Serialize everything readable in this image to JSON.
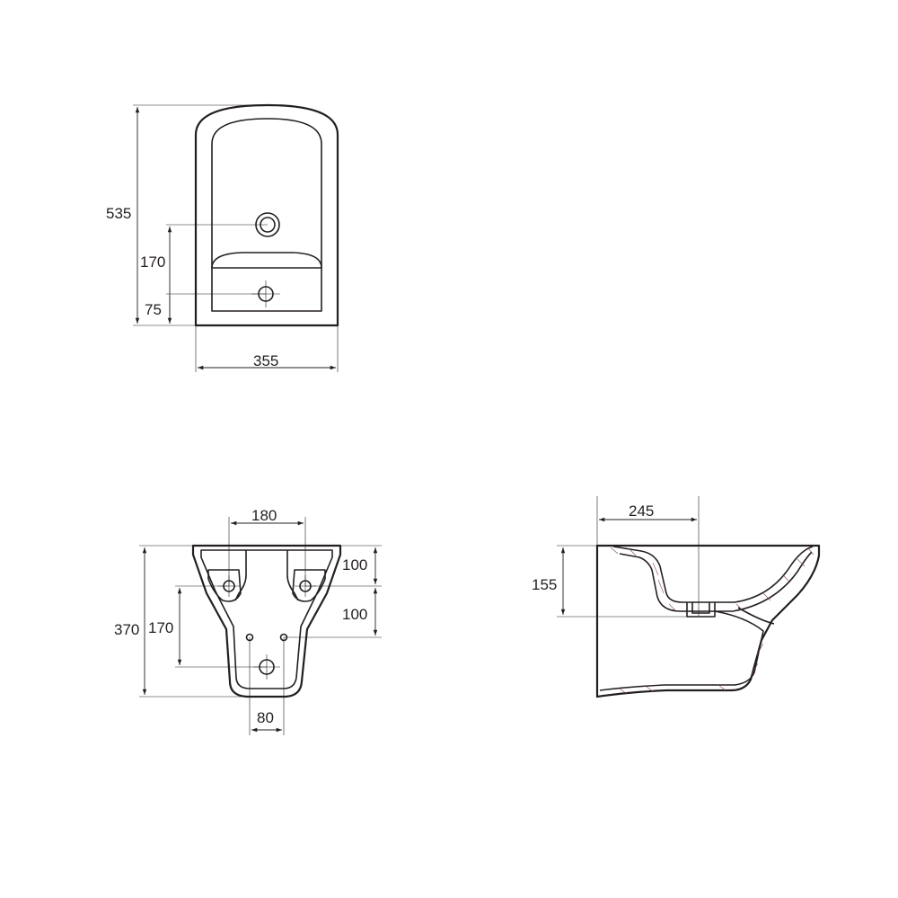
{
  "views": {
    "top": {
      "dims": {
        "depth": "535",
        "tap_hole_offset": "170",
        "waste_offset": "75",
        "width": "355"
      }
    },
    "rear": {
      "dims": {
        "bolt_spacing": "180",
        "upper_offset": "100",
        "lower_offset": "100",
        "height": "370",
        "inlet_offset": "170",
        "pin_spacing": "80"
      }
    },
    "side": {
      "dims": {
        "waste_distance": "245",
        "waste_height": "155"
      }
    }
  }
}
